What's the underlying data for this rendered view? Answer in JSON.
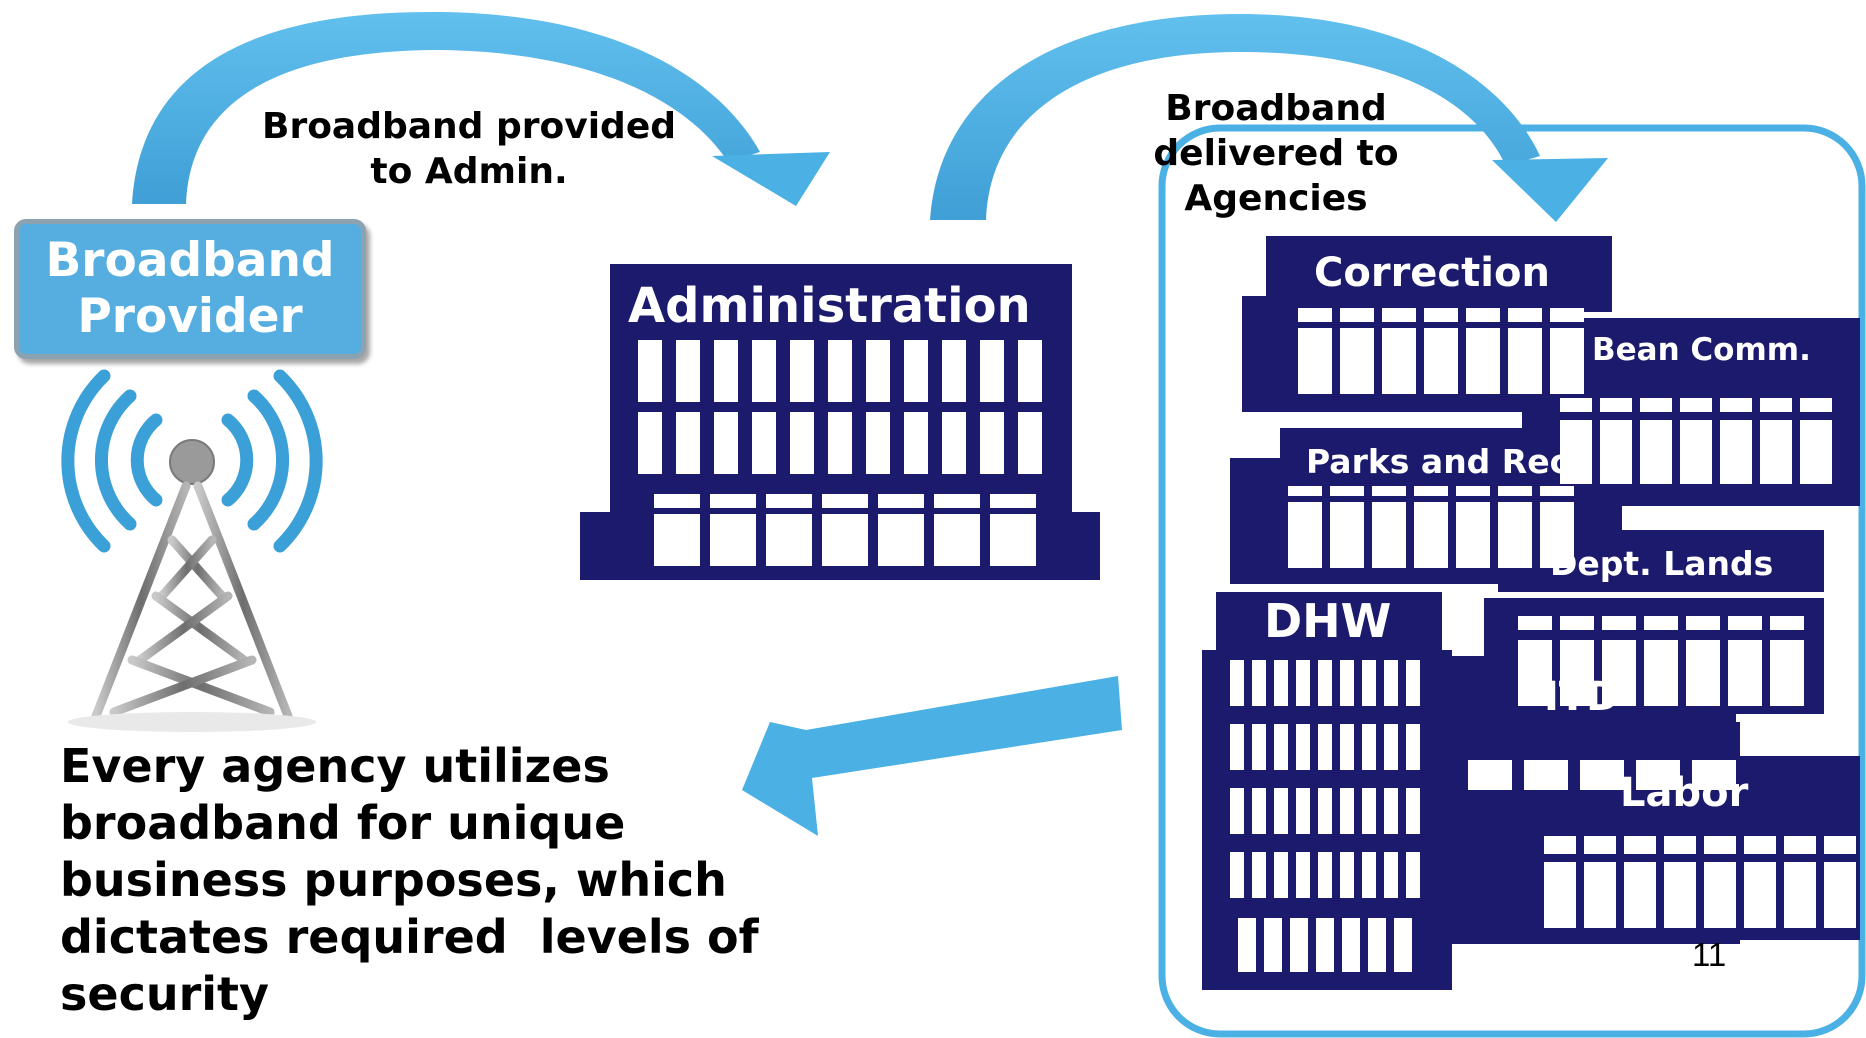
{
  "provider": {
    "label_line1": "Broadband",
    "label_line2": "Provider"
  },
  "arrow_labels": {
    "to_admin_line1": "Broadband provided",
    "to_admin_line2": "to Admin.",
    "to_agencies_line1": "Broadband",
    "to_agencies_line2": "delivered to",
    "to_agencies_line3": "Agencies"
  },
  "administration": {
    "label": "Administration"
  },
  "agencies": {
    "correction": "Correction",
    "bean_comm": "Bean Comm.",
    "parks_and_rec": "Parks and Rec",
    "dept_lands": "Dept. Lands",
    "dhw": "DHW",
    "itd": "ITD",
    "labor": "Labor"
  },
  "statement": {
    "line1": "Every agency utilizes",
    "line2": "broadband for unique",
    "line3": "business purposes, which",
    "line4": "dictates required  levels of",
    "line5": "security"
  },
  "page_number": "11",
  "colors": {
    "arrow": "#4bb0e4",
    "building": "#1c1a6d",
    "provider_box": "#55aedf",
    "tower": "#8a8a8a",
    "signal": "#3b9fd8"
  }
}
